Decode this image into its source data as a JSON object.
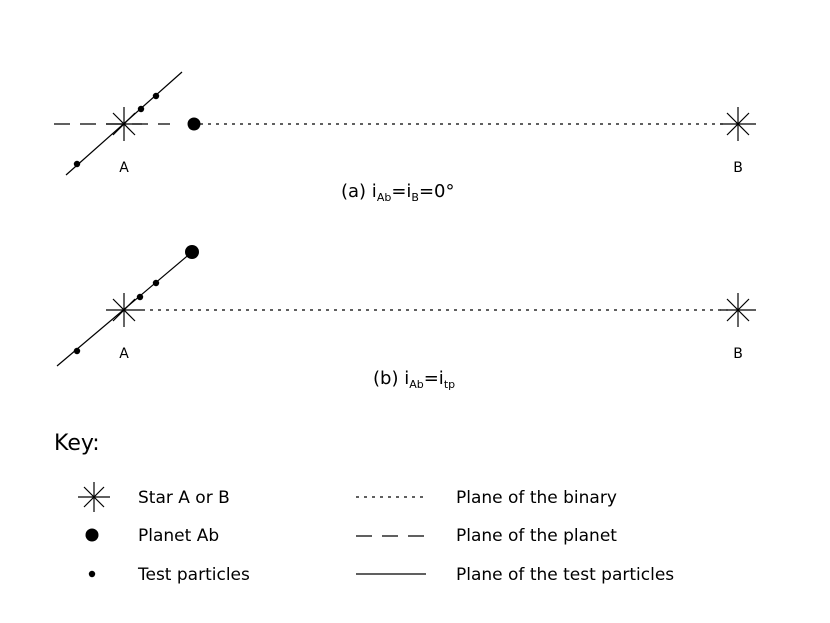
{
  "panel_a": {
    "star_a_label": "A",
    "star_b_label": "B",
    "caption": {
      "prefix": "(a)  i",
      "sub1": "Ab",
      "mid": "=i",
      "sub2": "B",
      "suffix": "=0°"
    }
  },
  "panel_b": {
    "star_a_label": "A",
    "star_b_label": "B",
    "caption": {
      "prefix": "(b)  i",
      "sub1": "Ab",
      "mid": "=i",
      "sub2": "tp",
      "suffix": ""
    }
  },
  "key": {
    "title": "Key:",
    "symbols": [
      {
        "icon": "star-icon",
        "label": "Star A or B"
      },
      {
        "icon": "planet-icon",
        "label": "Planet Ab"
      },
      {
        "icon": "test-particle-icon",
        "label": "Test particles"
      }
    ],
    "lines": [
      {
        "style": "dotted",
        "label": "Plane of the binary"
      },
      {
        "style": "dashed",
        "label": "Plane of the planet"
      },
      {
        "style": "solid",
        "label": "Plane of the test particles"
      }
    ]
  }
}
